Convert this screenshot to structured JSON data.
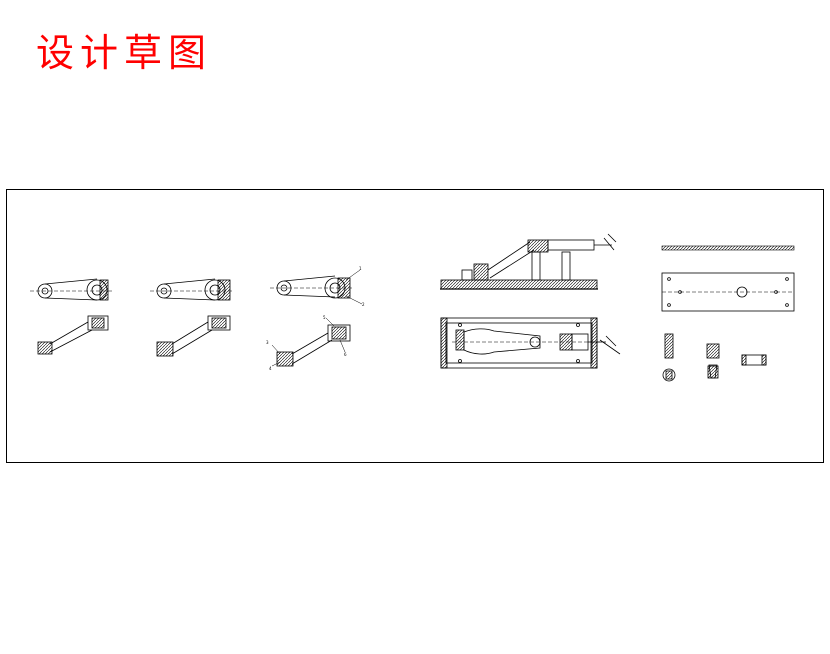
{
  "page": {
    "title": "设计草图",
    "title_color": "#ff0000"
  },
  "drawing": {
    "line_color": "#000000",
    "callouts": [
      "1",
      "2",
      "3",
      "4",
      "5",
      "6"
    ]
  }
}
